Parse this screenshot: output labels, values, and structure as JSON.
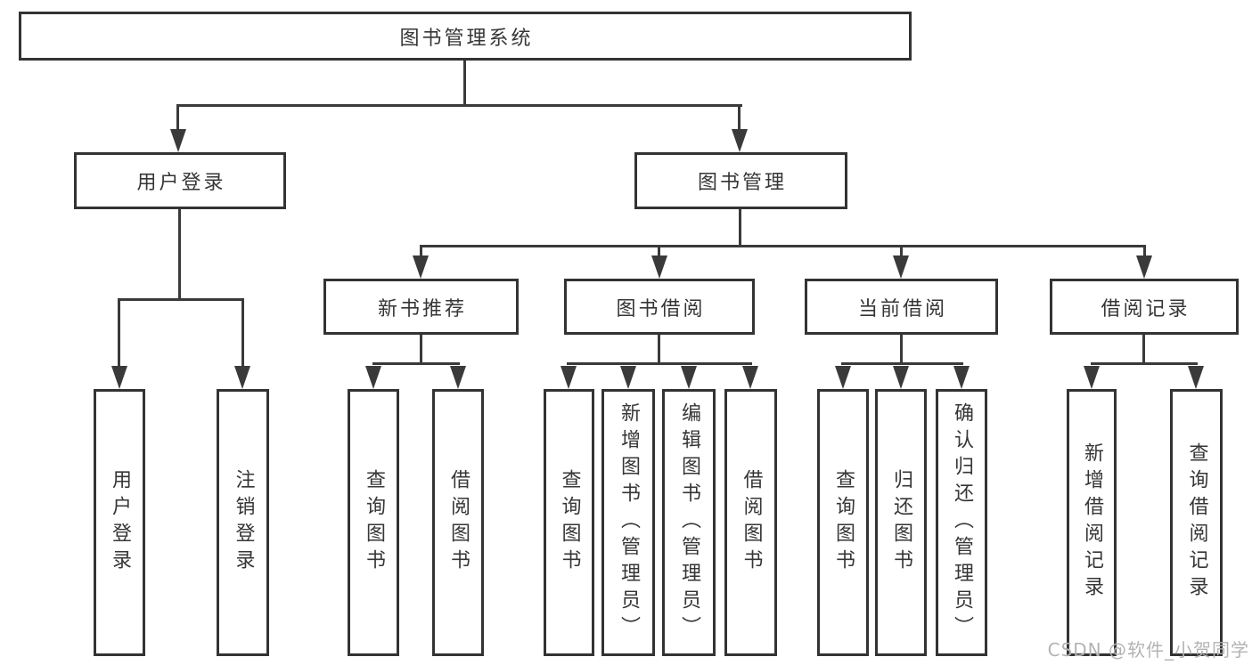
{
  "diagram": {
    "root": {
      "label": "图书管理系统"
    },
    "level2": [
      {
        "label": "用户登录"
      },
      {
        "label": "图书管理"
      }
    ],
    "level3": [
      {
        "label": "新书推荐"
      },
      {
        "label": "图书借阅"
      },
      {
        "label": "当前借阅"
      },
      {
        "label": "借阅记录"
      }
    ],
    "leaves": {
      "user_login": [
        {
          "label": "用户登录"
        },
        {
          "label": "注销登录"
        }
      ],
      "new_book": [
        {
          "label": "查询图书"
        },
        {
          "label": "借阅图书"
        }
      ],
      "book_borrow": [
        {
          "label": "查询图书"
        },
        {
          "label": "新增图书（管理员）"
        },
        {
          "label": "编辑图书（管理员）"
        },
        {
          "label": "借阅图书"
        }
      ],
      "current_borrow": [
        {
          "label": "查询图书"
        },
        {
          "label": "归还图书"
        },
        {
          "label": "确认归还（管理员）"
        }
      ],
      "borrow_record": [
        {
          "label": "新增借阅记录"
        },
        {
          "label": "查询借阅记录"
        }
      ]
    }
  },
  "watermark": "CSDN @软件_小贺同学",
  "colors": {
    "background": "#ffffff",
    "box_border": "#333333",
    "connector_line": "#3a3a3a",
    "text": "#363636",
    "watermark": "#b3b3b3"
  }
}
